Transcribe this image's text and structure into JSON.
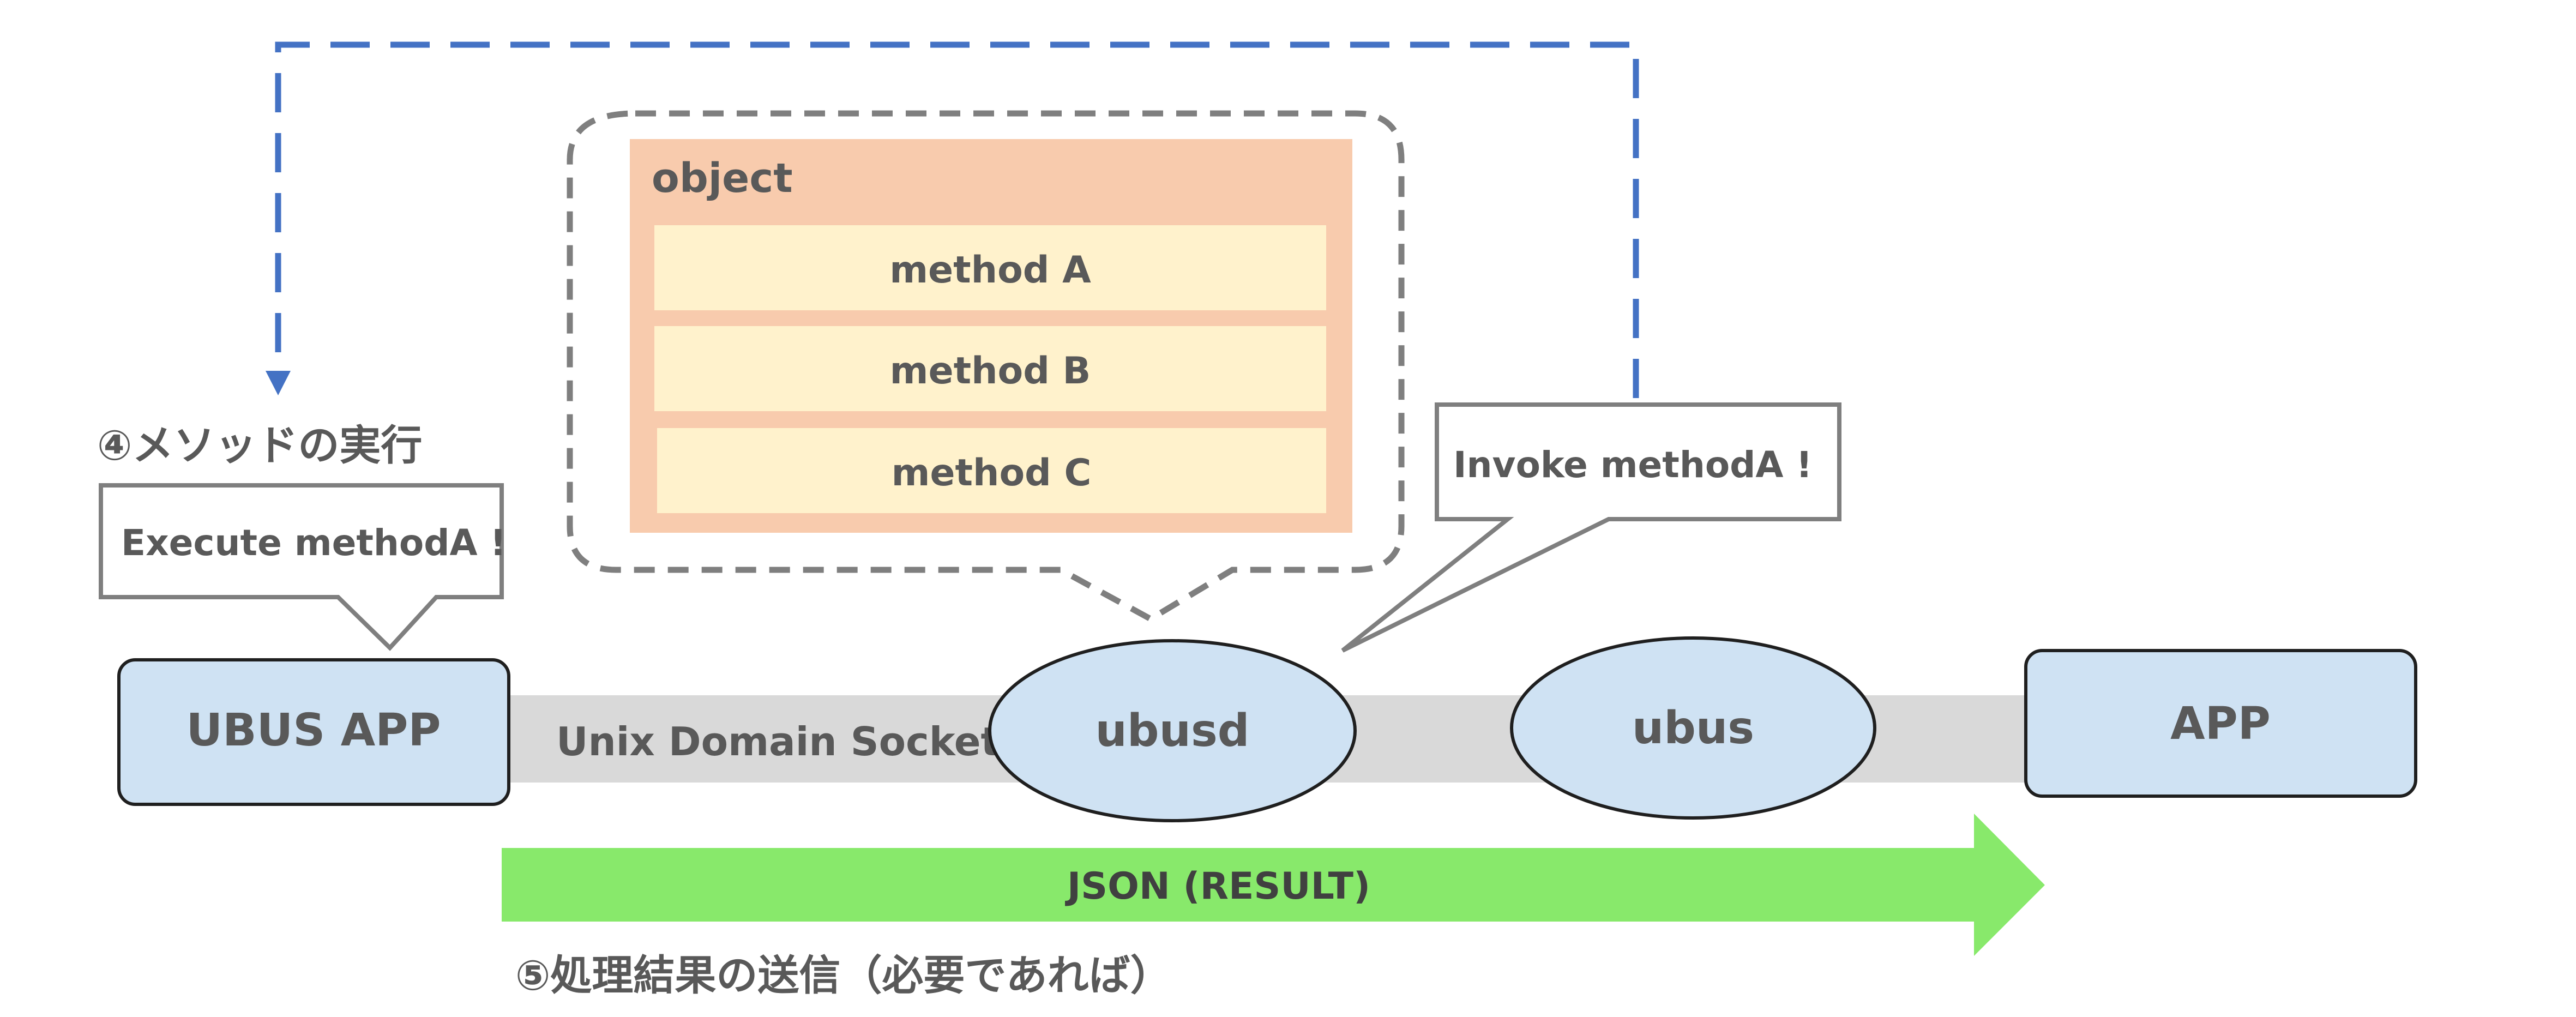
{
  "colors": {
    "node_fill": "#cfe2f3",
    "node_stroke": "#1f1f1f",
    "socket_band": "#d9d9d9",
    "object_fill": "#f8cbad",
    "method_fill": "#fff2cc",
    "dashed_blue": "#4472c4",
    "dashed_gray": "#7f7f7f",
    "json_arrow": "#88e96b",
    "callout_stroke": "#7f7f7f",
    "text": "#595959"
  },
  "nodes": {
    "ubus_app": "UBUS APP",
    "ubusd": "ubusd",
    "ubus": "ubus",
    "app": "APP"
  },
  "socket": {
    "label": "Unix Domain Socket"
  },
  "object": {
    "title": "object",
    "methods": [
      "method A",
      "method B",
      "method C"
    ]
  },
  "callouts": {
    "execute": "Execute methodA !",
    "invoke": "Invoke methodA !"
  },
  "steps": {
    "step4": "④メソッドの実行",
    "step5": "⑤処理結果の送信（必要であれば）"
  },
  "json_arrow": {
    "label": "JSON (RESULT)"
  }
}
